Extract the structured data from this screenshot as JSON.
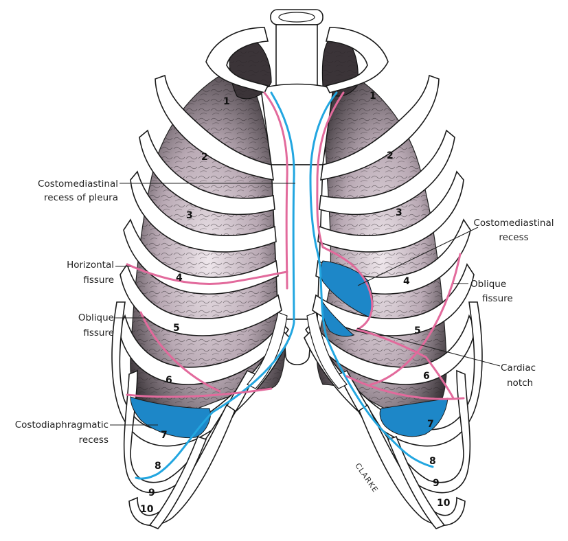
{
  "labels": {
    "costomediastinal_pleura_line1": "Costomediastinal",
    "costomediastinal_pleura_line2": "recess of pleura",
    "horizontal_fissure_line1": "Horizontal",
    "horizontal_fissure_line2": "fissure",
    "oblique_fissure_left_line1": "Oblique",
    "oblique_fissure_left_line2": "fissure",
    "costodiaphragmatic_line1": "Costodiaphragmatic",
    "costodiaphragmatic_line2": "recess",
    "costomediastinal_recess_line1": "Costomediastinal",
    "costomediastinal_recess_line2": "recess",
    "oblique_fissure_right_line1": "Oblique",
    "oblique_fissure_right_line2": "fissure",
    "cardiac_notch_line1": "Cardiac",
    "cardiac_notch_line2": "notch"
  },
  "rib_numbers_left": [
    "1",
    "2",
    "3",
    "4",
    "5",
    "6",
    "7",
    "8",
    "9",
    "10"
  ],
  "rib_numbers_right": [
    "1",
    "2",
    "3",
    "4",
    "5",
    "6",
    "7",
    "8",
    "9",
    "10"
  ],
  "signature": "CLARKE",
  "colors": {
    "pleura_line": "#22a6e0",
    "lung_fissure_line": "#e26a9c",
    "recess_fill": "#1d87c8",
    "lung_tissue": "#b9a9b4"
  }
}
